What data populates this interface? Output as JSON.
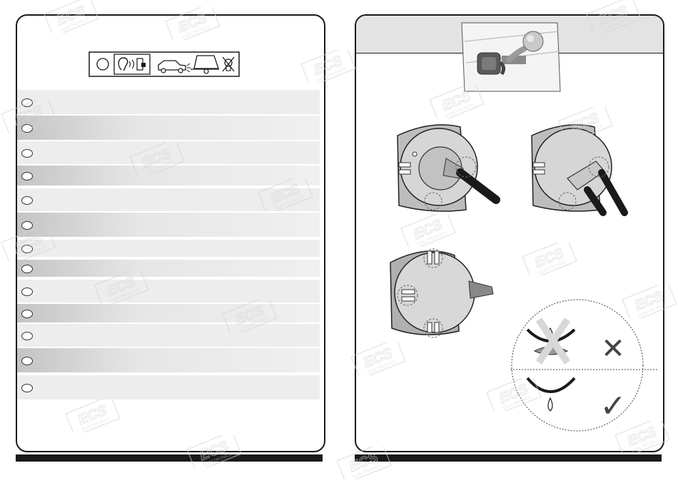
{
  "watermark": {
    "logo": "ECS",
    "subtitle": "ELECTRONICS"
  },
  "left_panel": {
    "header_icons": [
      "circle-icon",
      "ear-sound-icon",
      "car-trailer-icon",
      "crossed-lamp-icon"
    ],
    "rows": 13
  },
  "right_panel": {
    "illustrations": [
      "towbar-socket-mounted-icon",
      "socket-straight-cable-icon",
      "socket-angled-cable-icon",
      "socket-rear-view-icon",
      "drainage-comparison-icon"
    ],
    "symbols": {
      "wrong": "✕",
      "right": "✓"
    }
  },
  "colors": {
    "ink": "#1a1a1a",
    "shade": "#ededed",
    "watermark": "#d4d4d4"
  }
}
